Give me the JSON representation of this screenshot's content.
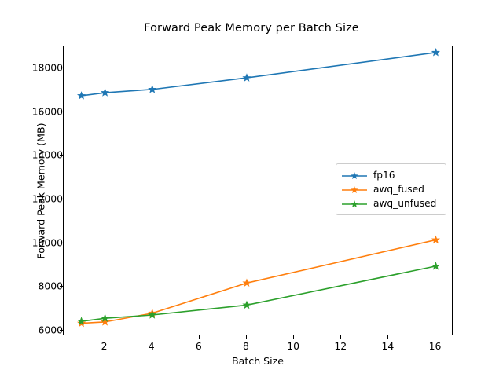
{
  "chart_data": {
    "type": "line",
    "title": "Forward Peak Memory per Batch Size",
    "xlabel": "Batch Size",
    "ylabel": "Forward Peak Memory (MB)",
    "x": [
      1,
      2,
      4,
      8,
      16
    ],
    "xlim": [
      0.25,
      16.75
    ],
    "ylim": [
      5750,
      19000
    ],
    "xticks": [
      2,
      4,
      6,
      8,
      10,
      12,
      14,
      16
    ],
    "xtick_labels": [
      "2",
      "4",
      "6",
      "8",
      "10",
      "12",
      "14",
      "16"
    ],
    "yticks": [
      6000,
      8000,
      10000,
      12000,
      14000,
      16000,
      18000
    ],
    "ytick_labels": [
      "6000",
      "8000",
      "10000",
      "12000",
      "14000",
      "16000",
      "18000"
    ],
    "grid": false,
    "marker": "star",
    "legend_position": "center right",
    "series": [
      {
        "name": "fp16",
        "color": "#1f77b4",
        "values": [
          16740,
          16880,
          17030,
          17560,
          18720
        ]
      },
      {
        "name": "awq_fused",
        "color": "#ff7f0e",
        "values": [
          6340,
          6400,
          6800,
          8180,
          10150
        ]
      },
      {
        "name": "awq_unfused",
        "color": "#2ca02c",
        "values": [
          6430,
          6570,
          6720,
          7170,
          8950
        ]
      }
    ]
  },
  "legend": {
    "entries": [
      {
        "label": "fp16"
      },
      {
        "label": "awq_fused"
      },
      {
        "label": "awq_unfused"
      }
    ]
  }
}
